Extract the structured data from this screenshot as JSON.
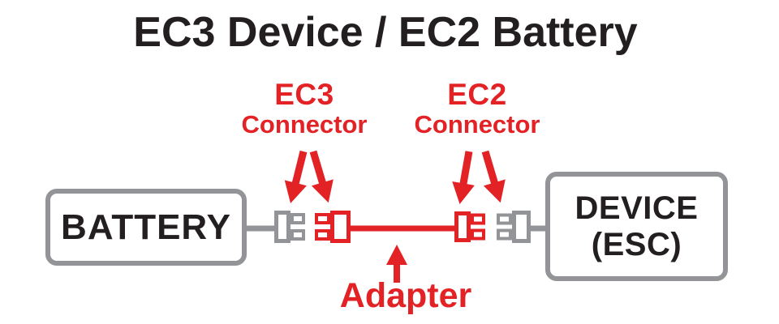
{
  "title": "EC3 Device / EC2 Battery",
  "colors": {
    "accent_red": "#E32226",
    "wire_gray": "#929497",
    "ink_black": "#231F20"
  },
  "callouts": {
    "ec3": {
      "title": "EC3",
      "subtitle": "Connector"
    },
    "ec2": {
      "title": "EC2",
      "subtitle": "Connector"
    },
    "adapter": {
      "label": "Adapter"
    }
  },
  "nodes": {
    "battery": {
      "label": "BATTERY"
    },
    "device": {
      "label_line1": "DEVICE",
      "label_line2": "(ESC)"
    }
  },
  "icons": {
    "callout_arrows": "red-down-arrow-icon",
    "adapter_arrow": "red-up-arrow-icon",
    "battery_plug": "gray-ec3-plug-icon",
    "adapter_ec3_end": "red-ec3-socket-icon",
    "adapter_ec2_end": "red-ec2-plug-icon",
    "device_socket": "gray-ec2-socket-icon"
  }
}
